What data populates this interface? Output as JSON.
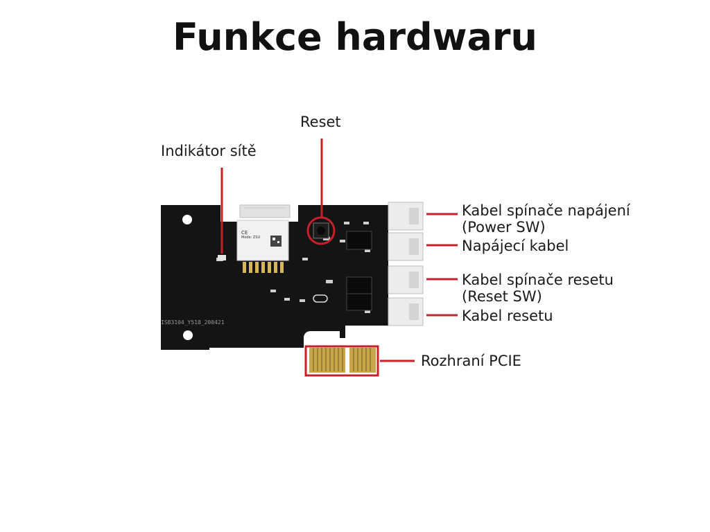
{
  "title": "Funkce hardwaru",
  "board": {
    "module_text_1": "Mode: ZSU",
    "module_text_2": "CE",
    "silkscreen": "ISB3104_Y518_200421"
  },
  "labels": {
    "network_indicator": "Indikátor sítě",
    "reset": "Reset",
    "power_sw_cable_line1": "Kabel spínače napájení",
    "power_sw_cable_line2": "(Power SW)",
    "power_cable": "Napájecí kabel",
    "reset_sw_cable_line1": "Kabel spínače resetu",
    "reset_sw_cable_line2": "(Reset SW)",
    "reset_cable": "Kabel resetu",
    "pcie_interface": "Rozhraní PCIE"
  },
  "colors": {
    "callout": "#c8202a",
    "board": "#141414",
    "connector": "#e8e8e8",
    "gold": "#c9a64a"
  }
}
